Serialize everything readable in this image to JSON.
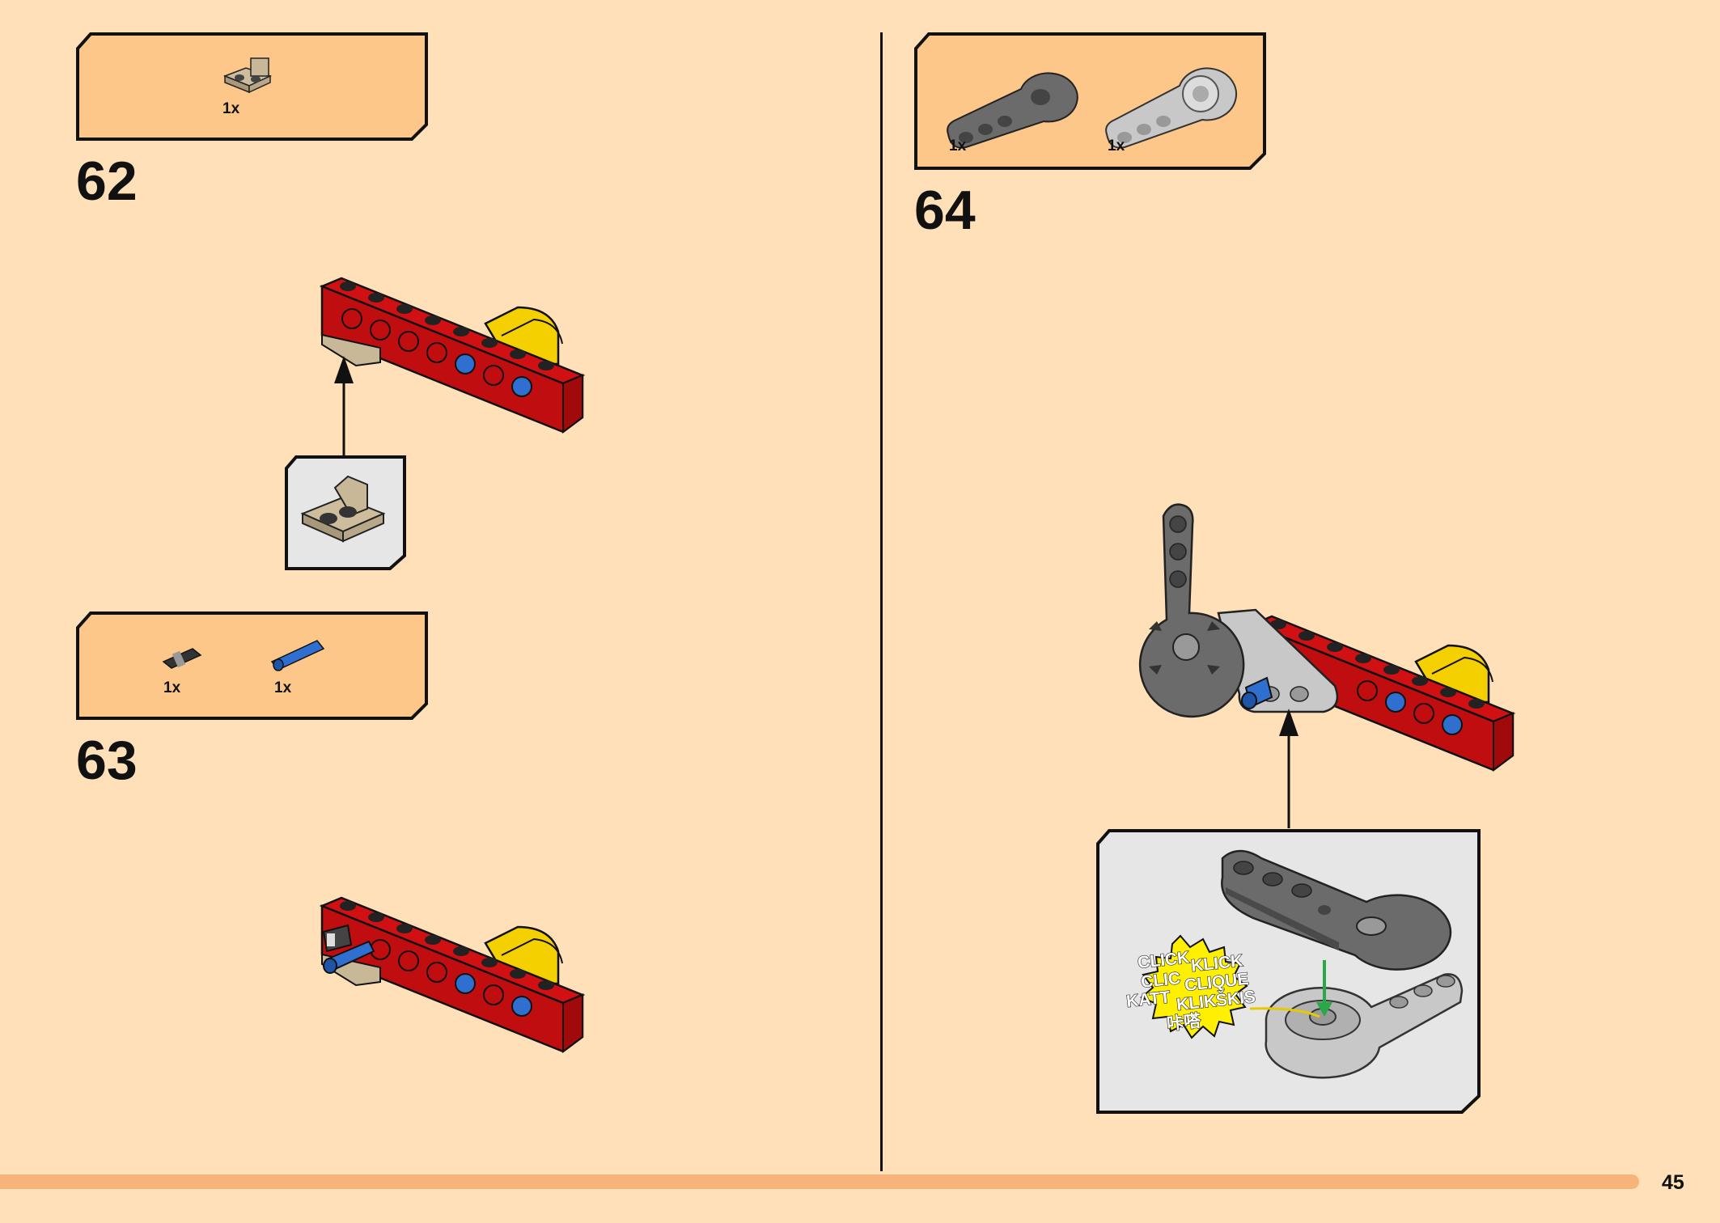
{
  "page": {
    "number": "45"
  },
  "steps": [
    {
      "number": "62",
      "parts": [
        {
          "name": "tan bracket plate",
          "qty": "1x",
          "color": "#b8a88a"
        }
      ]
    },
    {
      "number": "63",
      "parts": [
        {
          "name": "black-grey pin",
          "qty": "1x",
          "color": "#333333"
        },
        {
          "name": "blue axle pin",
          "qty": "1x",
          "color": "#2f6fd0"
        }
      ]
    },
    {
      "number": "64",
      "parts": [
        {
          "name": "dark grey arm",
          "qty": "1x",
          "color": "#6b6b6b"
        },
        {
          "name": "light grey arm",
          "qty": "1x",
          "color": "#c8c8c8"
        }
      ]
    }
  ],
  "callout": {
    "click_words": [
      "CLICK",
      "KLICK",
      "CLIC",
      "CLIQUE",
      "KATT",
      "KLIKŠKIS",
      "咔嗒"
    ]
  },
  "colors": {
    "background": "#ffe0b8",
    "parts_box": "#fdc78a",
    "brick_red": "#d01012",
    "brick_yellow": "#f5d000",
    "footer_bar": "#f7b47a",
    "callout_bg": "#e6e6e6"
  }
}
